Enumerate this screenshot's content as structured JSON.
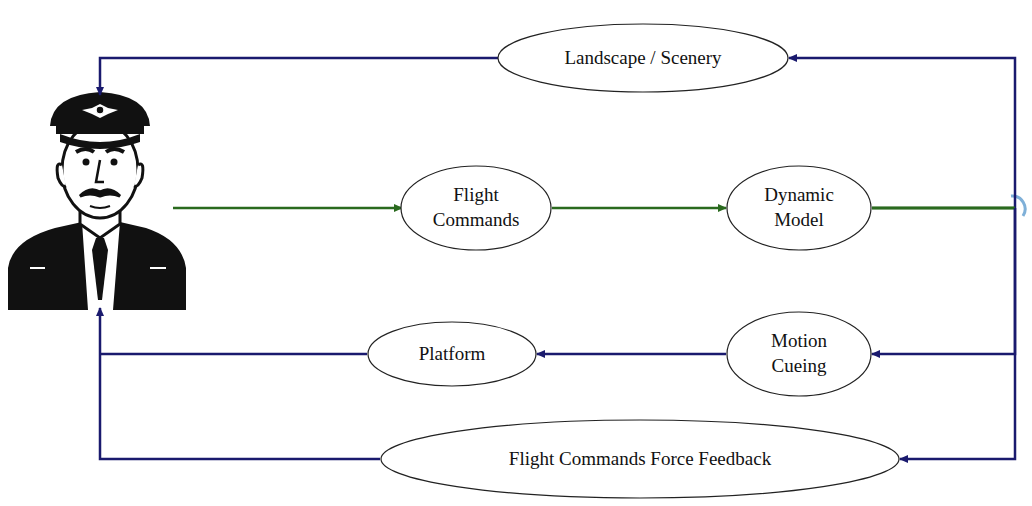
{
  "diagram": {
    "nodes": [
      {
        "text": [
          "Landscape / Scenery"
        ]
      },
      {
        "text": [
          "Flight Commands"
        ]
      },
      {
        "text": [
          "Dynamic Model"
        ]
      },
      {
        "text": [
          "Platform"
        ]
      },
      {
        "text": [
          "Motion Cueing"
        ]
      },
      {
        "text": [
          "Flight Commands Force Feedback"
        ]
      }
    ],
    "edges": [
      {
        "from": 1,
        "to": 2,
        "arrow": "to"
      },
      {
        "from": 2,
        "to": 0,
        "arrow": "to"
      },
      {
        "from": 2,
        "to": 4,
        "arrow": "to"
      },
      {
        "from": 2,
        "to": 5,
        "arrow": "to"
      },
      {
        "from": 4,
        "to": 3,
        "arrow": "to"
      }
    ]
  }
}
